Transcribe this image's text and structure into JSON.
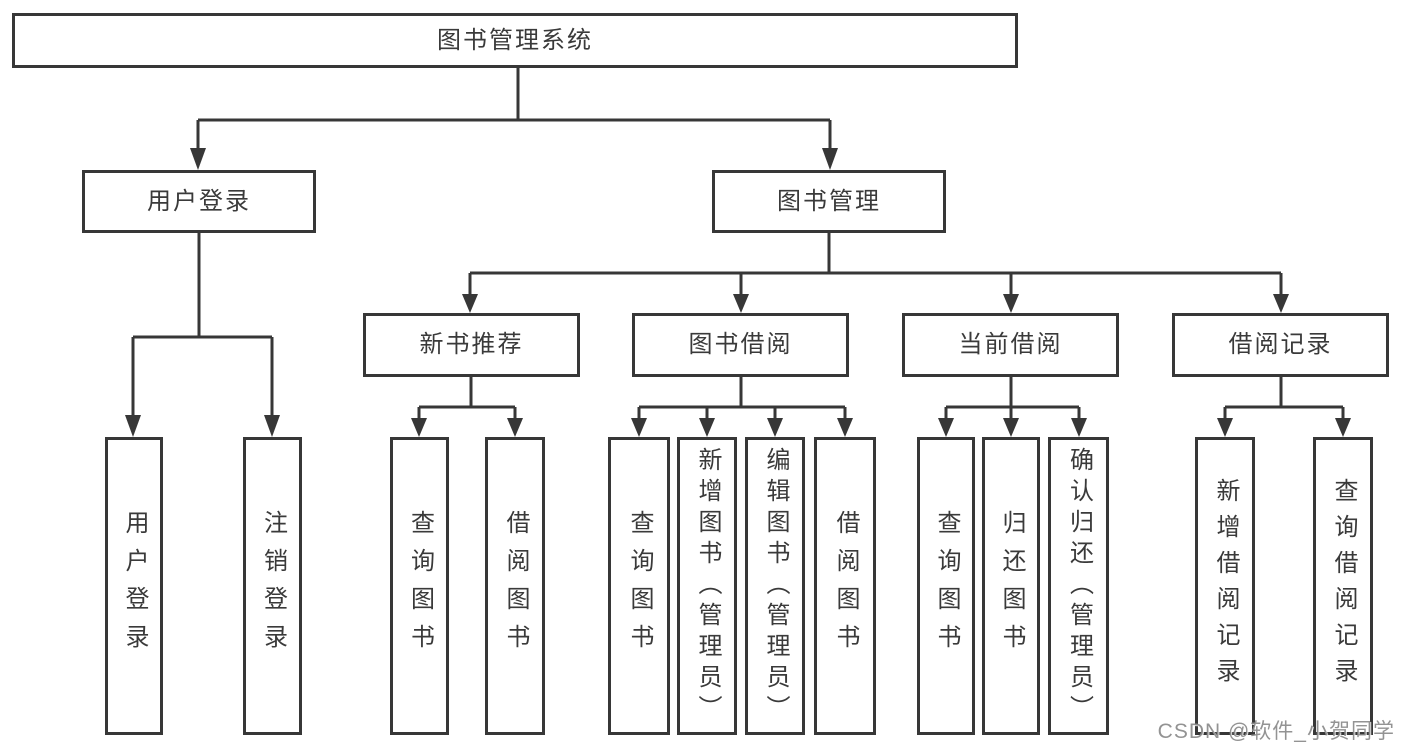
{
  "tree": {
    "root": "图书管理系统",
    "level1": [
      {
        "label": "用户登录"
      },
      {
        "label": "图书管理"
      }
    ],
    "level2": [
      {
        "label": "新书推荐"
      },
      {
        "label": "图书借阅"
      },
      {
        "label": "当前借阅"
      },
      {
        "label": "借阅记录"
      }
    ],
    "leaves": {
      "user": [
        "用户登录",
        "注销登录"
      ],
      "recommend": [
        "查询图书",
        "借阅图书"
      ],
      "borrow": [
        "查询图书",
        "新增图书（管理员）",
        "编辑图书（管理员）",
        "借阅图书"
      ],
      "current": [
        "查询图书",
        "归还图书",
        "确认归还（管理员）"
      ],
      "records": [
        "新增借阅记录",
        "查询借阅记录"
      ]
    }
  },
  "watermark": "CSDN @软件_小贺同学",
  "colors": {
    "line": "#373737",
    "box_border": "#373737",
    "text": "#3a3a3a",
    "background": "#ffffff",
    "watermark": "#8a8a8a"
  }
}
